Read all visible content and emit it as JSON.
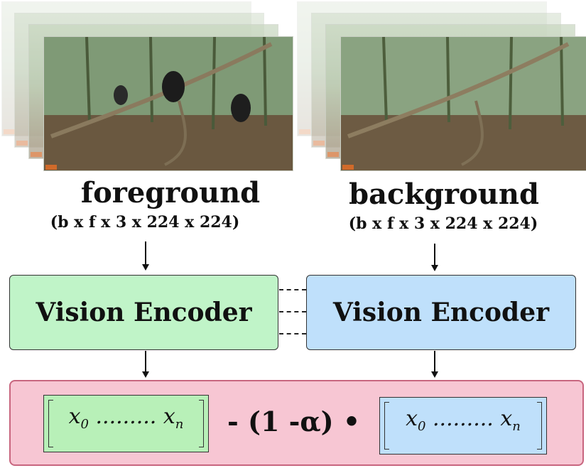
{
  "labels": {
    "foreground_title": "foreground",
    "foreground_dims": "(b x f x 3 x 224 x 224)",
    "background_title": "background",
    "background_dims": "(b x f x 3 x 224 x 224)"
  },
  "encoders": {
    "left": "Vision Encoder",
    "right": "Vision Encoder"
  },
  "output": {
    "vector_first": "x",
    "vector_first_sub": "0",
    "vector_dots": " ......... ",
    "vector_last": "x",
    "vector_last_sub": "n",
    "formula": "- (1 -α) •"
  },
  "colors": {
    "encoder_left_fill": "#c0f4c8",
    "encoder_right_fill": "#bfe0fb",
    "output_fill": "#f7c6d3",
    "output_border": "#c8667f"
  }
}
